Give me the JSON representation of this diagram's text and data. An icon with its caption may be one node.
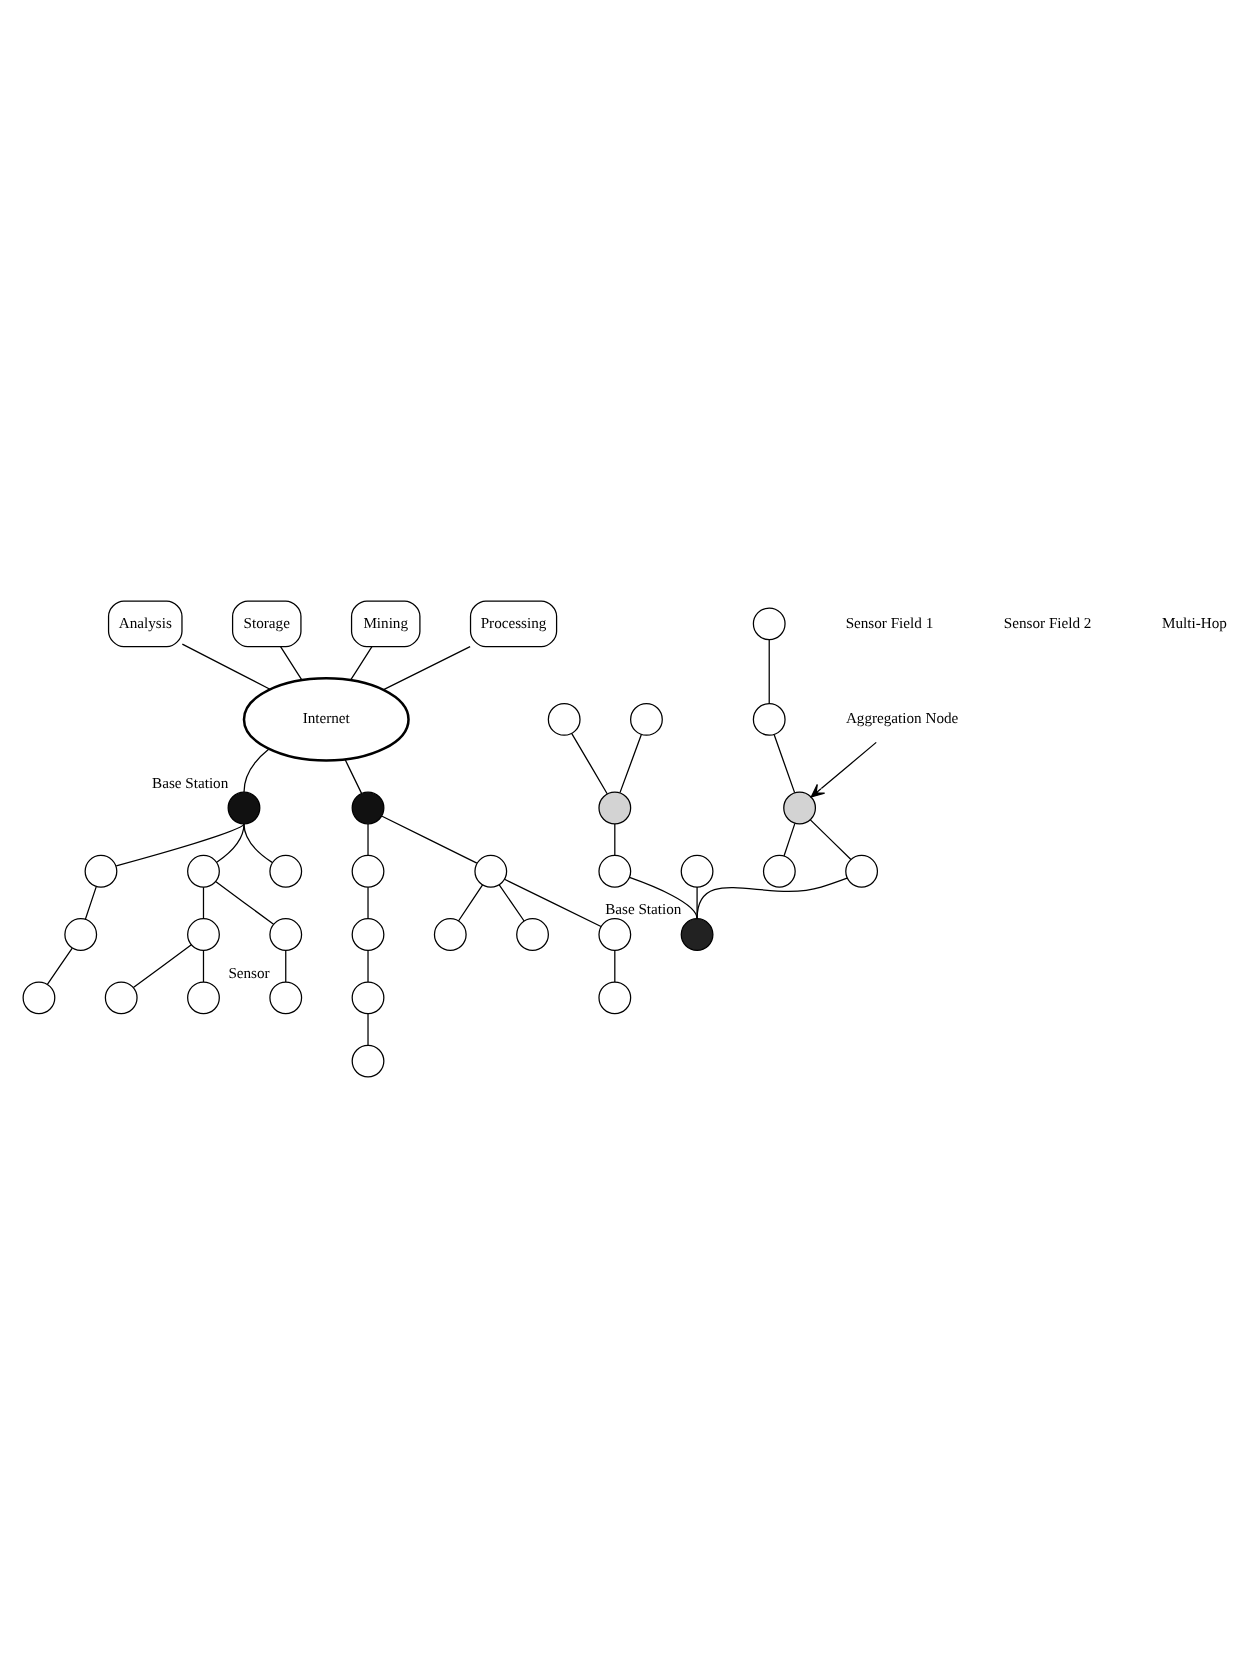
{
  "diagram": {
    "nodes": [
      {
        "text": [
          "Analysis"
        ]
      },
      {
        "text": [
          "Storage"
        ]
      },
      {
        "text": [
          "Mining"
        ]
      },
      {
        "text": [
          "Processing"
        ]
      },
      {
        "text": [
          "Internet"
        ]
      },
      {
        "text": [],
        "shape": "circle",
        "beside": [
          "Base Station"
        ]
      },
      {
        "text": [],
        "shape": "circle"
      },
      {
        "text": [],
        "shape": "circle"
      },
      {
        "text": [],
        "shape": "circle"
      },
      {
        "text": [],
        "shape": "circle"
      },
      {
        "text": [],
        "shape": "circle"
      },
      {
        "text": [],
        "shape": "circle"
      },
      {
        "text": [],
        "shape": "circle"
      },
      {
        "text": [],
        "shape": "circle"
      },
      {
        "text": [],
        "shape": "circle"
      },
      {
        "text": [],
        "shape": "circle",
        "beside": [
          "Sensor"
        ]
      },
      {
        "text": [],
        "shape": "circle"
      },
      {
        "text": [],
        "shape": "circle"
      },
      {
        "text": [],
        "shape": "circle"
      },
      {
        "text": [],
        "shape": "circle"
      },
      {
        "text": [],
        "shape": "circle"
      },
      {
        "text": [],
        "shape": "circle"
      },
      {
        "text": [],
        "shape": "circle"
      },
      {
        "text": [],
        "shape": "circle"
      },
      {
        "text": [],
        "shape": "circle"
      },
      {
        "text": [],
        "shape": "circle"
      },
      {
        "text": [],
        "shape": "circle"
      },
      {
        "text": [],
        "shape": "circle"
      },
      {
        "text": [],
        "shape": "circle"
      },
      {
        "text": [],
        "shape": "circle"
      },
      {
        "text": [],
        "shape": "circle"
      },
      {
        "text": [],
        "shape": "circle"
      },
      {
        "text": [],
        "shape": "circle"
      },
      {
        "text": [],
        "shape": "circle"
      },
      {
        "text": [],
        "shape": "circle"
      },
      {
        "text": [],
        "shape": "circle"
      },
      {
        "text": [],
        "shape": "circle",
        "beside": [
          "Base Station"
        ]
      },
      {
        "text": [
          "Aggregation Node"
        ]
      }
    ],
    "edges": [
      {
        "from": 0,
        "to": 4,
        "arrow": "none"
      },
      {
        "from": 1,
        "to": 4,
        "arrow": "none"
      },
      {
        "from": 2,
        "to": 4,
        "arrow": "none"
      },
      {
        "from": 3,
        "to": 4,
        "arrow": "none"
      },
      {
        "from": 4,
        "to": 5,
        "arrow": "none"
      },
      {
        "from": 5,
        "to": 6,
        "arrow": "none"
      },
      {
        "from": 6,
        "to": 7,
        "arrow": "none"
      },
      {
        "from": 7,
        "to": 8,
        "arrow": "none"
      },
      {
        "from": 5,
        "to": 9,
        "arrow": "none"
      },
      {
        "from": 5,
        "to": 10,
        "arrow": "none"
      },
      {
        "from": 9,
        "to": 11,
        "arrow": "none"
      },
      {
        "from": 9,
        "to": 12,
        "arrow": "none"
      },
      {
        "from": 11,
        "to": 13,
        "arrow": "none"
      },
      {
        "from": 11,
        "to": 14,
        "arrow": "none"
      },
      {
        "from": 12,
        "to": 15,
        "arrow": "none"
      },
      {
        "from": 4,
        "to": 16,
        "arrow": "none"
      },
      {
        "from": 16,
        "to": 17,
        "arrow": "none"
      },
      {
        "from": 17,
        "to": 18,
        "arrow": "none"
      },
      {
        "from": 18,
        "to": 19,
        "arrow": "none"
      },
      {
        "from": 19,
        "to": 20,
        "arrow": "none"
      },
      {
        "from": 16,
        "to": 21,
        "arrow": "none"
      },
      {
        "from": 21,
        "to": 22,
        "arrow": "none"
      },
      {
        "from": 21,
        "to": 23,
        "arrow": "none"
      },
      {
        "from": 21,
        "to": 24,
        "arrow": "none"
      },
      {
        "from": 24,
        "to": 25,
        "arrow": "none"
      },
      {
        "from": 26,
        "to": 28,
        "arrow": "none"
      },
      {
        "from": 27,
        "to": 28,
        "arrow": "none"
      },
      {
        "from": 28,
        "to": 29,
        "arrow": "none"
      },
      {
        "from": 29,
        "to": 36,
        "arrow": "none"
      },
      {
        "from": 30,
        "to": 36,
        "arrow": "none"
      },
      {
        "from": 31,
        "to": 32,
        "arrow": "none"
      },
      {
        "from": 32,
        "to": 33,
        "arrow": "none"
      },
      {
        "from": 33,
        "to": 34,
        "arrow": "none"
      },
      {
        "from": 33,
        "to": 35,
        "arrow": "none"
      },
      {
        "from": 35,
        "to": 36,
        "arrow": "none"
      },
      {
        "from": 37,
        "to": 33,
        "arrow": "to"
      }
    ],
    "labels": [
      "Sensor Field 1",
      "Sensor Field 2",
      "Multi-Hop"
    ]
  }
}
